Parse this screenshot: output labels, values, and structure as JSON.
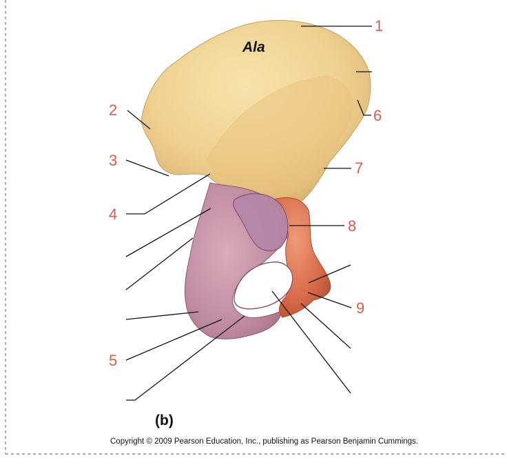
{
  "figure": {
    "region_label": "Ala",
    "view_label": "(b)",
    "copyright": "Copyright © 2009 Pearson Education, Inc., publishing as Pearson Benjamin Cummings.",
    "bottom_fragment": "",
    "colors": {
      "ilium": "#efd08f",
      "ischium": "#c08aa0",
      "pubis": "#d86a48",
      "label": "#e4574a",
      "leader": "#111111",
      "frame": "#777777"
    },
    "numbered_labels": [
      {
        "id": "1",
        "text": "1"
      },
      {
        "id": "2",
        "text": "2"
      },
      {
        "id": "3",
        "text": "3"
      },
      {
        "id": "4",
        "text": "4"
      },
      {
        "id": "5",
        "text": "5"
      },
      {
        "id": "6",
        "text": "6"
      },
      {
        "id": "7",
        "text": "7"
      },
      {
        "id": "8",
        "text": "8"
      },
      {
        "id": "9",
        "text": "9"
      }
    ]
  }
}
